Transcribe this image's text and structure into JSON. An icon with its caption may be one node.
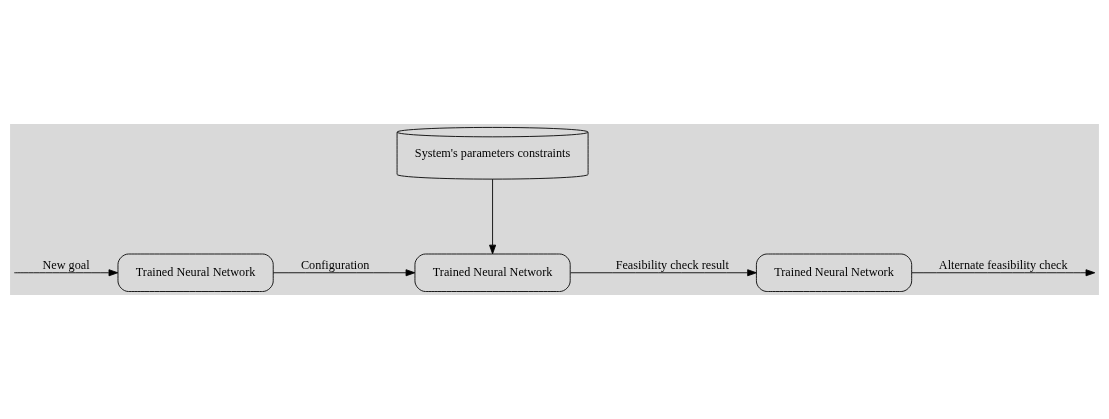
{
  "diagram": {
    "nodes": [
      {
        "text": [
          "System's parameters constraints"
        ]
      },
      {
        "text": [
          "Trained Neural Network"
        ]
      },
      {
        "text": [
          "Trained Neural Network"
        ]
      },
      {
        "text": [
          "Trained Neural Network"
        ]
      }
    ],
    "edges": [
      {
        "from": null,
        "to": 1,
        "arrow": "to",
        "label": "New goal"
      },
      {
        "from": 1,
        "to": 2,
        "arrow": "to",
        "label": "Configuration"
      },
      {
        "from": 0,
        "to": 2,
        "arrow": "to"
      },
      {
        "from": 2,
        "to": 3,
        "arrow": "to",
        "label": "Feasibility check result"
      },
      {
        "from": 3,
        "to": null,
        "arrow": "to",
        "label": "Alternate feasibility check"
      }
    ]
  }
}
